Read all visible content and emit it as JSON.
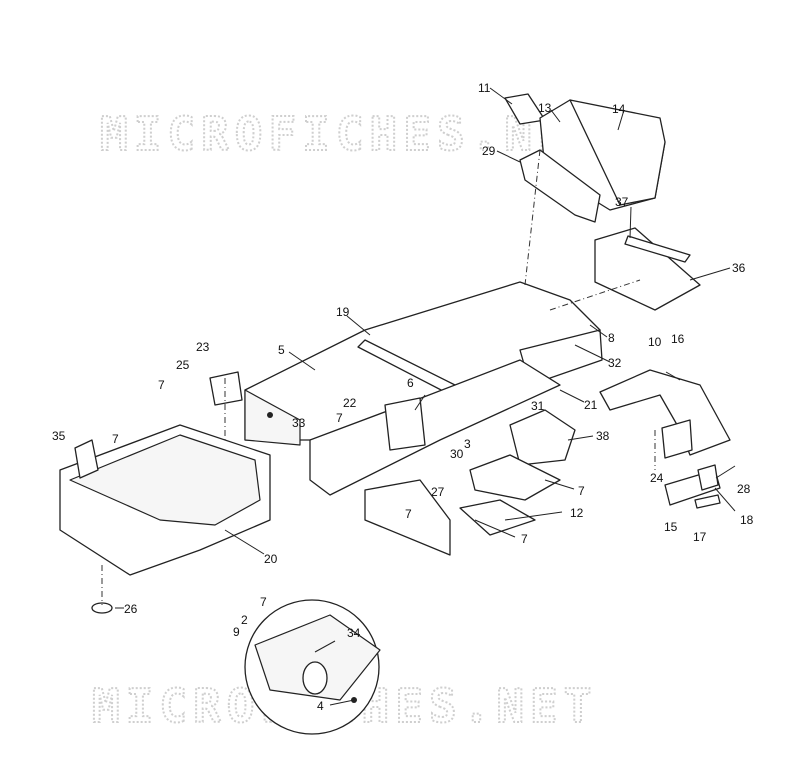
{
  "watermarks": [
    "MICROFICHES.NET",
    "MICROFICHES.NET"
  ],
  "callouts": [
    "11",
    "13",
    "14",
    "29",
    "37",
    "36",
    "19",
    "8",
    "32",
    "5",
    "23",
    "25",
    "7",
    "16",
    "10",
    "21",
    "22",
    "6",
    "33",
    "7",
    "31",
    "38",
    "35",
    "7",
    "3",
    "30",
    "27",
    "7",
    "24",
    "28",
    "7",
    "12",
    "7",
    "18",
    "15",
    "17",
    "20",
    "26",
    "7",
    "2",
    "9",
    "34",
    "4"
  ],
  "colors": {
    "ink": "#222222",
    "watermark": "#cfcfcf",
    "background": "#ffffff"
  }
}
